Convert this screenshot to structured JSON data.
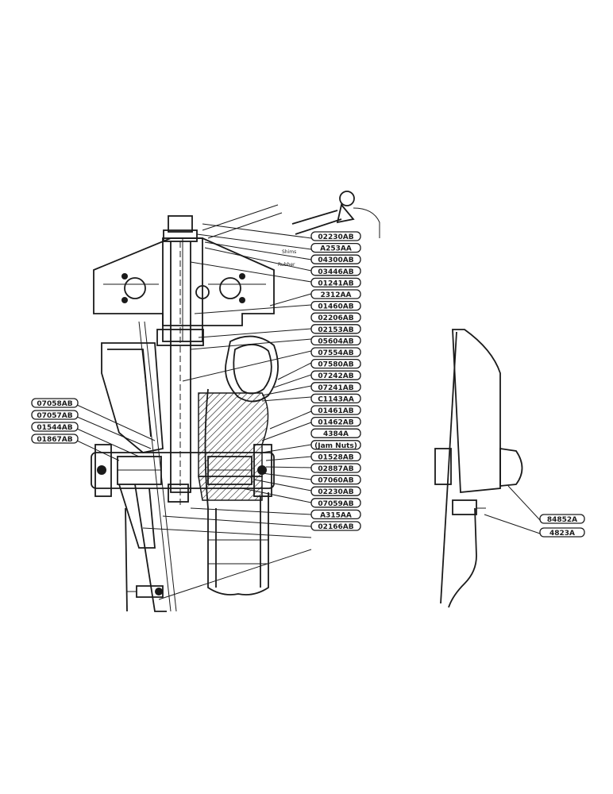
{
  "diagram": {
    "right_labels": [
      "02230AB",
      "A253AA",
      "04300AB",
      "03446AB",
      "01241AB",
      "2312AA",
      "01460AB",
      "02206AB",
      "02153AB",
      "05604AB",
      "07554AB",
      "07580AB",
      "07242AB",
      "07241AB",
      "C1143AA",
      "01461AB",
      "01462AB",
      "4384A",
      "(Jam Nuts)",
      "01528AB",
      "02887AB",
      "07060AB",
      "02230AB",
      "07059AB",
      "A315AA",
      "02166AB"
    ],
    "left_labels": [
      "07058AB",
      "07057AB",
      "01544AB",
      "01867AB"
    ],
    "far_right_labels": [
      "84852A",
      "4823A"
    ],
    "small_notes": [
      "Shims",
      "Rubber"
    ]
  }
}
